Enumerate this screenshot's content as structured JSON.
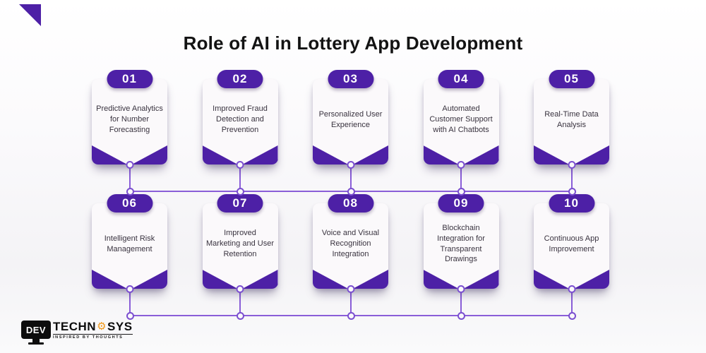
{
  "page": {
    "title": "Role of AI in Lottery App Development"
  },
  "colors": {
    "primary_purple": "#4d20a6",
    "connector_purple": "#8a5ed8",
    "node_border_purple": "#7b4fd0",
    "card_background": "#fbf9fb",
    "accent_orange": "#f09819",
    "title_color": "#131313"
  },
  "cards": [
    {
      "number": "01",
      "title": "Predictive Analytics for Number Forecasting"
    },
    {
      "number": "02",
      "title": "Improved Fraud Detection and Prevention"
    },
    {
      "number": "03",
      "title": "Personalized User Experience"
    },
    {
      "number": "04",
      "title": "Automated Customer Support with AI Chatbots"
    },
    {
      "number": "05",
      "title": "Real-Time Data Analysis"
    },
    {
      "number": "06",
      "title": "Intelligent Risk Management"
    },
    {
      "number": "07",
      "title": "Improved Marketing and User Retention"
    },
    {
      "number": "08",
      "title": "Voice and Visual Recognition Integration"
    },
    {
      "number": "09",
      "title": "Blockchain Integration for Transparent Drawings"
    },
    {
      "number": "10",
      "title": "Continuous App Improvement"
    }
  ],
  "logo": {
    "monitor_text": "DEV",
    "word_part1": "TECHN",
    "word_part2": "SYS",
    "gear_glyph": "⚙",
    "tagline": "INSPIRED BY THOUGHTS"
  }
}
